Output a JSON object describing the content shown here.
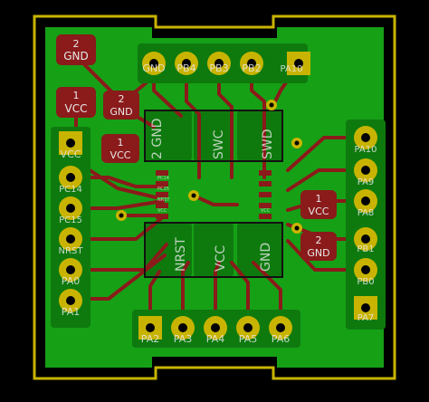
{
  "board": {
    "colors": {
      "background": "#000000",
      "outline": "#c8b400",
      "copper": "#16a016",
      "copper_dark": "#0e7a0e",
      "trace": "#8b1a1a",
      "pad_yellow": "#c8b400",
      "pad_red": "#8b1a1a",
      "silkscreen": "#e8e8e8"
    },
    "top_header": {
      "labels": [
        "GND",
        "PB4",
        "PB3",
        "PB2",
        "PA10"
      ]
    },
    "left_header": {
      "labels": [
        "VCC",
        "PC14",
        "PC15",
        "NRST",
        "PA0",
        "PA1"
      ]
    },
    "right_header": {
      "labels": [
        "PA10",
        "PA9",
        "PA8",
        "PB1",
        "PB0",
        "PA7"
      ]
    },
    "bottom_header": {
      "labels": [
        "PA2",
        "PA3",
        "PA4",
        "PA5",
        "PA6"
      ]
    },
    "jumper_pads": [
      {
        "num": "2",
        "label": "GND"
      },
      {
        "num": "1",
        "label": "VCC"
      },
      {
        "num": "2",
        "label": "GND"
      },
      {
        "num": "1",
        "label": "VCC"
      },
      {
        "num": "1",
        "label": "VCC"
      },
      {
        "num": "2",
        "label": "GND"
      }
    ],
    "ic_labels": {
      "top_left": "2 GND",
      "top_mid": "SWC",
      "top_right": "SWD",
      "bottom_left": "NRST",
      "bottom_mid": "VCC",
      "bottom_right": "GND",
      "tiny": [
        "PC14",
        "PC15",
        "NRST",
        "VCC",
        "VCC"
      ]
    }
  }
}
